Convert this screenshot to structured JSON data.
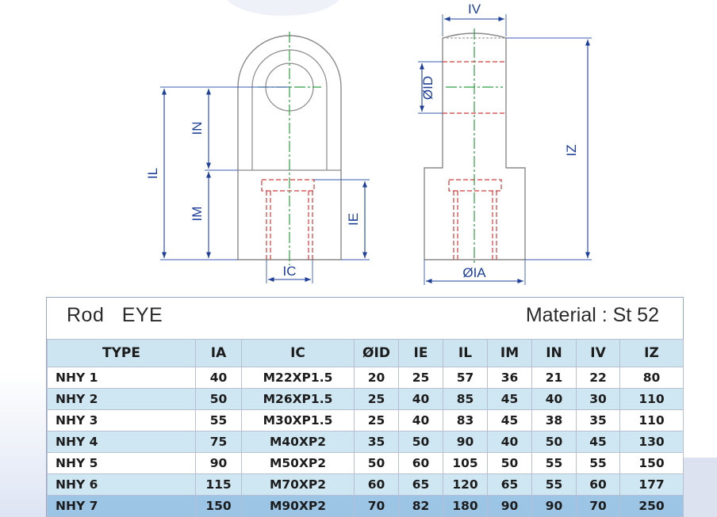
{
  "drawing": {
    "dims": {
      "IV": "IV",
      "OID": "ØID",
      "IZ": "IZ",
      "IN": "IN",
      "IL": "IL",
      "IM": "IM",
      "IE": "IE",
      "IC": "IC",
      "OIA": "ØIA"
    },
    "colors": {
      "outline": "#8a8a8a",
      "dimension": "#1d3f9a",
      "centerline": "#2ea043",
      "hidden": "#d43a3a"
    }
  },
  "table": {
    "title": "Rod   EYE",
    "material": "Material : St 52",
    "columns": [
      "TYPE",
      "IA",
      "IC",
      "ØID",
      "IE",
      "IL",
      "IM",
      "IN",
      "IV",
      "IZ"
    ],
    "rows": [
      [
        "NHY  1",
        "40",
        "M22XP1.5",
        "20",
        "25",
        "57",
        "36",
        "21",
        "22",
        "80"
      ],
      [
        "NHY  2",
        "50",
        "M26XP1.5",
        "25",
        "40",
        "85",
        "45",
        "40",
        "30",
        "110"
      ],
      [
        "NHY  3",
        "55",
        "M30XP1.5",
        "25",
        "40",
        "83",
        "45",
        "38",
        "35",
        "110"
      ],
      [
        "NHY  4",
        "75",
        "M40XP2",
        "35",
        "50",
        "90",
        "40",
        "50",
        "45",
        "130"
      ],
      [
        "NHY  5",
        "90",
        "M50XP2",
        "50",
        "60",
        "105",
        "50",
        "55",
        "55",
        "150"
      ],
      [
        "NHY  6",
        "115",
        "M70XP2",
        "60",
        "65",
        "120",
        "65",
        "55",
        "60",
        "177"
      ],
      [
        "NHY  7",
        "150",
        "M90XP2",
        "70",
        "82",
        "180",
        "90",
        "90",
        "70",
        "250"
      ]
    ]
  }
}
